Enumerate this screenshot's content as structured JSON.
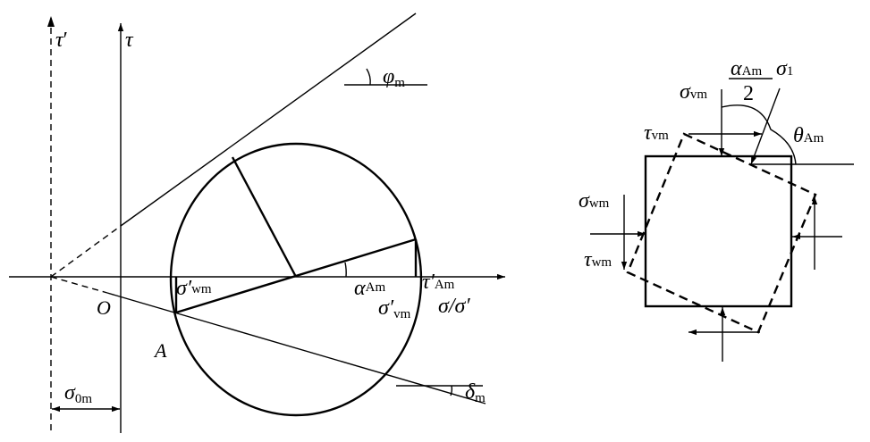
{
  "mohr_diagram": {
    "axis_tau_prime": {
      "sym": "τ",
      "prime": "′"
    },
    "axis_tau": "τ",
    "axis_sigma": "σ/σ′",
    "origin": "O",
    "point_A": "A",
    "phi": {
      "sym": "φ",
      "sub": "m"
    },
    "delta": {
      "sym": "δ",
      "sub": "m"
    },
    "alpha": {
      "sym": "α",
      "sub": "Am"
    },
    "sigma_wm_prime": {
      "sym": "σ′",
      "sub": "wm"
    },
    "sigma_vm_prime": {
      "sym": "σ′",
      "sub": "vm"
    },
    "tau_Am_prime": {
      "sym": "τ′",
      "sub": "Am"
    },
    "sigma_0m": {
      "sym": "σ",
      "sub": "0m"
    }
  },
  "element_diagram": {
    "sigma_vm": {
      "sym": "σ",
      "sub": "vm"
    },
    "tau_vm": {
      "sym": "τ",
      "sub": "vm"
    },
    "sigma_wm": {
      "sym": "σ",
      "sub": "wm"
    },
    "tau_wm": {
      "sym": "τ",
      "sub": "wm"
    },
    "alpha_half": {
      "sym": "α",
      "sub": "Am",
      "den": "2"
    },
    "sigma_1": {
      "sym": "σ",
      "sub": "1"
    },
    "theta": {
      "sym": "θ",
      "sub": "Am"
    }
  }
}
